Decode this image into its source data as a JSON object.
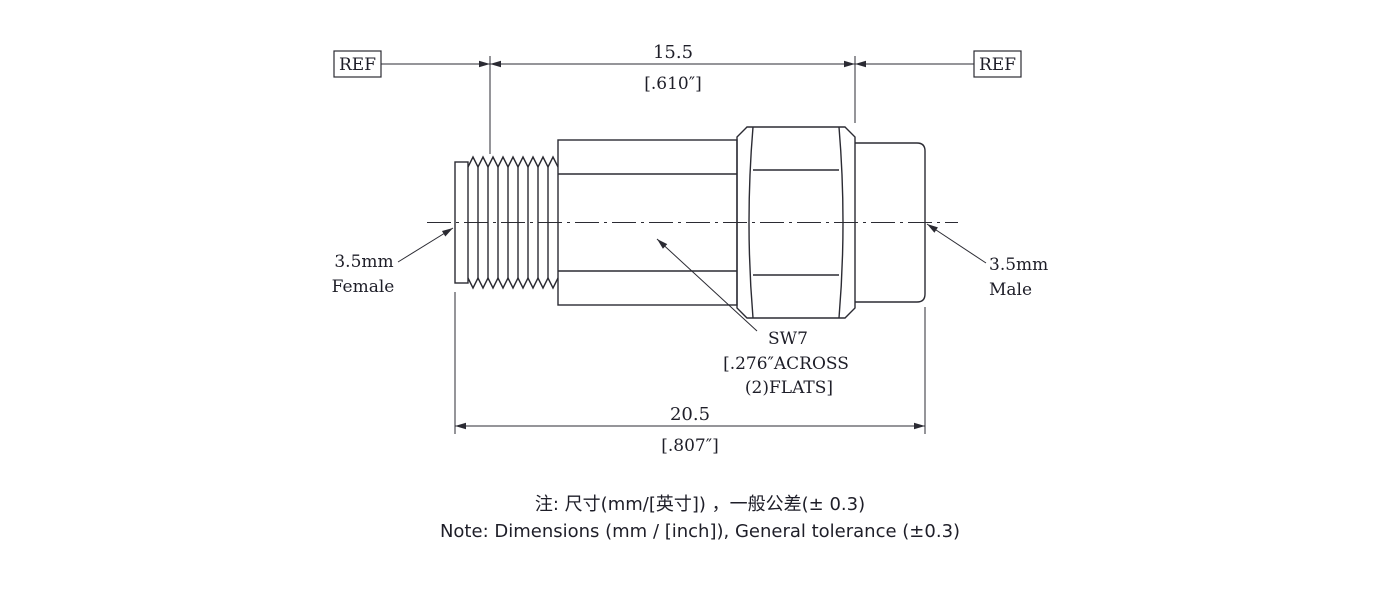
{
  "drawing": {
    "ref_left": "REF",
    "ref_right": "REF",
    "dim_top": {
      "mm": "15.5",
      "inch": "[.610″]"
    },
    "dim_bottom": {
      "mm": "20.5",
      "inch": "[.807″]"
    },
    "female_label": {
      "line1": "3.5mm",
      "line2": "Female"
    },
    "male_label": {
      "line1": "3.5mm",
      "line2": "Male"
    },
    "hex_callout": {
      "line1": "SW7",
      "line2": "[.276″ACROSS",
      "line3": "(2)FLATS]"
    }
  },
  "notes": {
    "cn": "注: 尺寸(mm/[英寸]) ，一般公差(± 0.3)",
    "en": "Note: Dimensions (mm / [inch]), General tolerance (±0.3)"
  },
  "colors": {
    "line": "#2b2b33",
    "text": "#1e1e28",
    "background": "#ffffff"
  }
}
